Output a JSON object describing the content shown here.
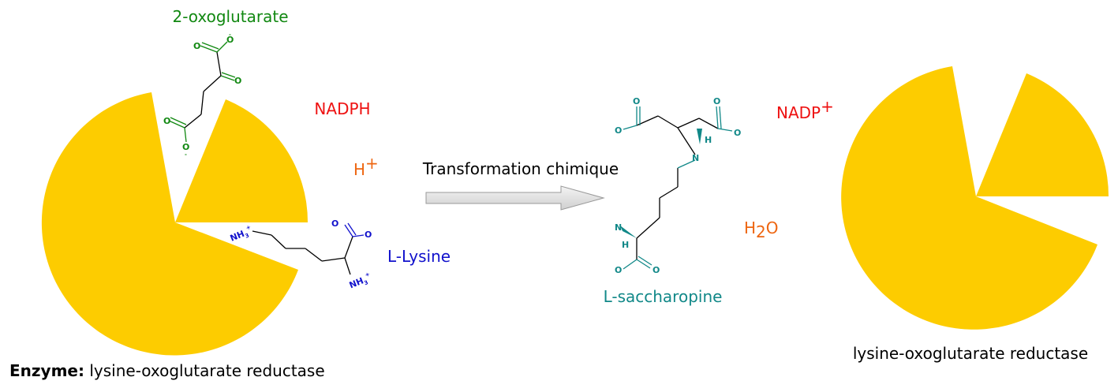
{
  "title": {
    "prefix": "Enzyme:",
    "enzyme": "lysine-oxoglutarate reductase"
  },
  "reaction": {
    "arrow_label": "Transformation chimique"
  },
  "substrates": {
    "oxoglutarate": {
      "name": "2-oxoglutarate",
      "color": "#118811"
    },
    "nadph": {
      "name": "NADPH",
      "color": "#ee1111"
    },
    "h_plus": {
      "base": "H",
      "superscript": "+",
      "color": "#ee6611"
    },
    "lysine": {
      "name": "L-Lysine",
      "color": "#1111cc"
    }
  },
  "products": {
    "saccharopine": {
      "name": "L-saccharopine",
      "color": "#118888"
    },
    "nadp_plus": {
      "base": "NADP",
      "superscript": "+",
      "color": "#ee1111"
    },
    "water": {
      "base": "H",
      "subscript": "2",
      "suffix": "O",
      "color": "#ee6611"
    }
  },
  "enzyme_after": {
    "label": "lysine-oxoglutarate reductase"
  },
  "atoms": {
    "oxygen": "O",
    "nitrogen": "N",
    "hydrogen": "H",
    "ammonium_main": "NH",
    "ammonium_sub": "3",
    "ammonium_sup": "+",
    "charge_minus": "-"
  },
  "colors": {
    "enzyme_fill": "#fdcc00",
    "bond": "#000000",
    "arrow_fill": "#e6e6e6",
    "arrow_stroke": "#999999"
  }
}
